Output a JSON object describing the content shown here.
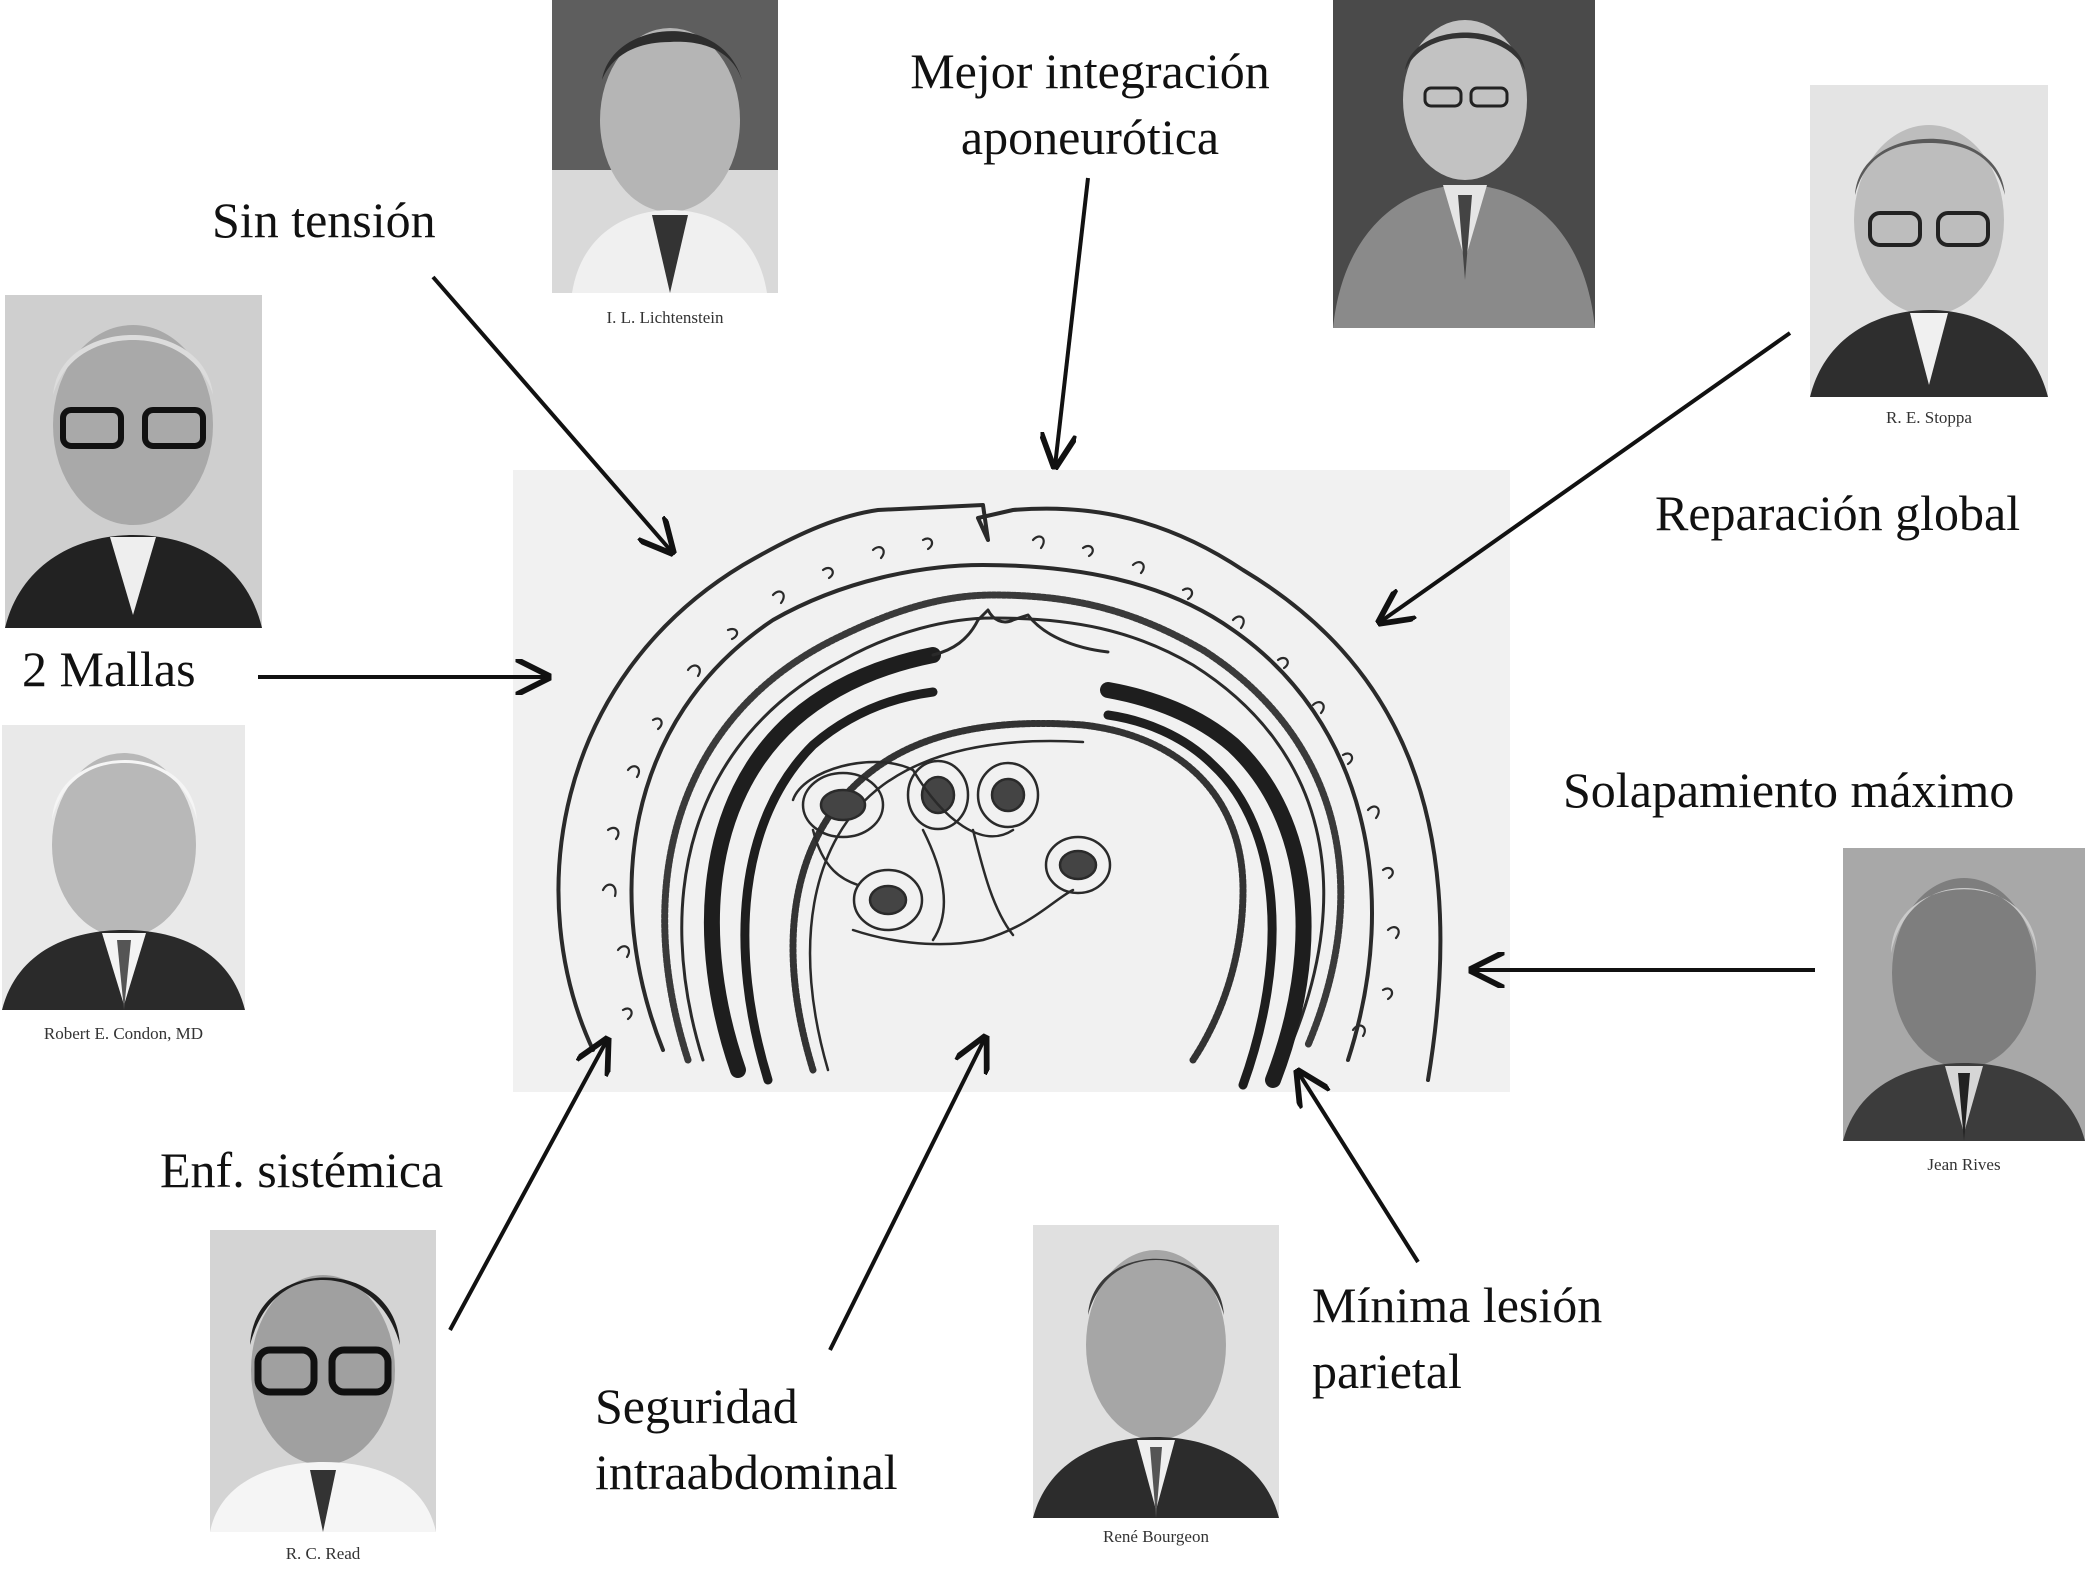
{
  "labels": {
    "sin_tension": "Sin tensión",
    "mejor_integracion": [
      "Mejor integración",
      "aponeurótica"
    ],
    "reparacion_global": "Reparación global",
    "dos_mallas": "2 Mallas",
    "solapamiento": "Solapamiento máximo",
    "enf_sistemica": "Enf. sistémica",
    "seguridad": [
      "Seguridad",
      "intraabdominal"
    ],
    "minima_lesion": [
      "Mínima lesión",
      "parietal"
    ]
  },
  "captions": {
    "lichtenstein": "I. L. Lichtenstein",
    "stoppa": "R. E. Stoppa",
    "condon": "Robert E. Condon, MD",
    "rives": "Jean Rives",
    "read": "R. C. Read",
    "bourgeon": "René Bourgeon"
  },
  "icons": {
    "portrait": "portrait-photo-icon",
    "cross_section": "abdominal-wall-cross-section-icon",
    "arrow": "arrow-icon"
  }
}
